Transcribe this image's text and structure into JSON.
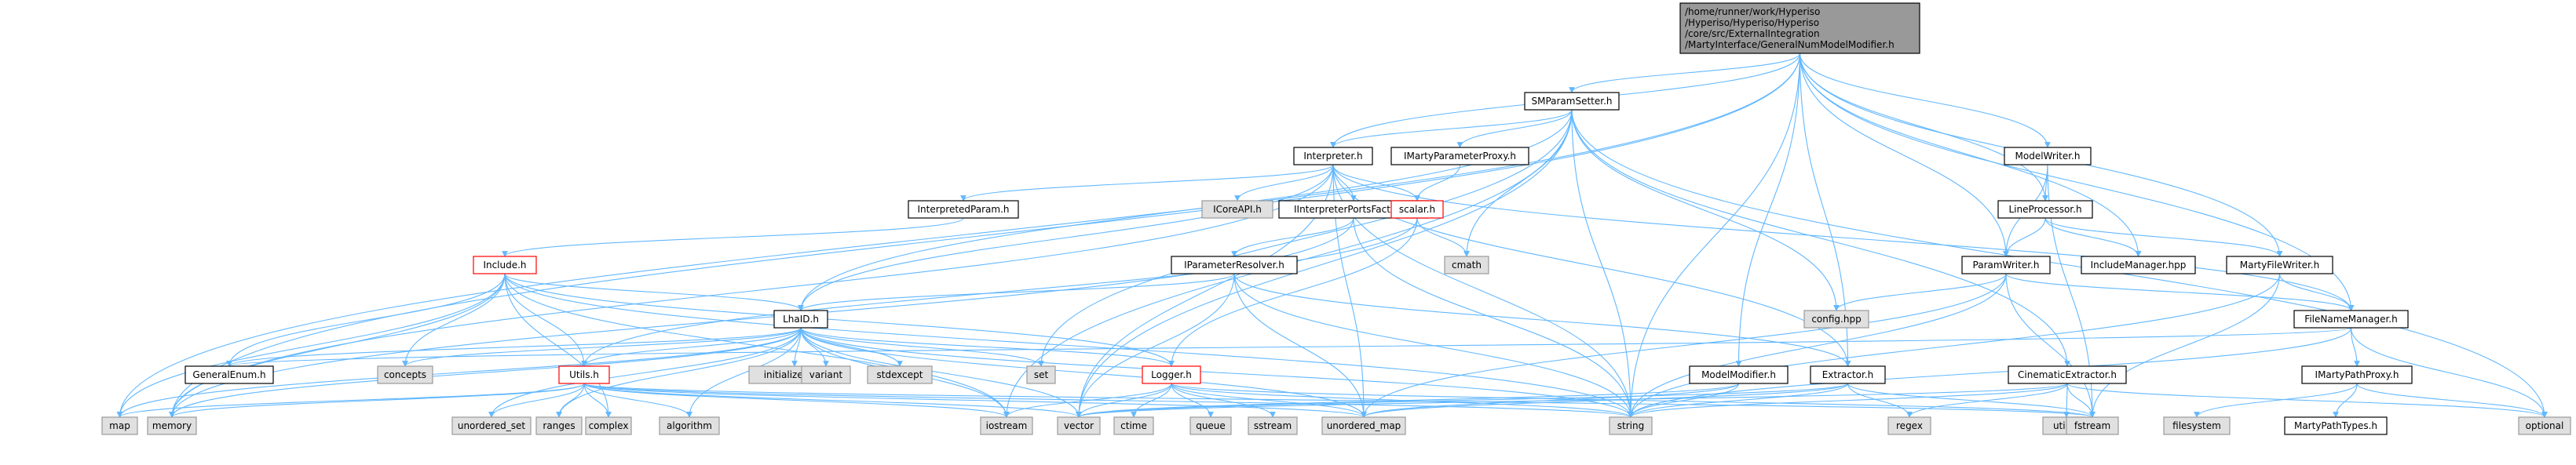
{
  "colors": {
    "edge": "#63b8ff",
    "arrowhead": "#63b8ff",
    "root_fill": "#999999",
    "node_fill": "#ffffff",
    "node_border": "#000000",
    "system_fill": "#e0e0e0",
    "system_border": "#999999",
    "truncated_border": "#ff0000",
    "text": "#000000"
  },
  "root": {
    "label": "/home/runner/work/Hyperiso/Hyperiso/Hyperiso/core/src/ExternalIntegration/MartyInterface/GeneralNumModelModifier.h",
    "label_lines": [
      "/home/runner/work/Hyperiso",
      "/Hyperiso/Hyperiso/Hyperiso",
      "/core/src/ExternalIntegration",
      "/MartyInterface/GeneralNumModelModifier.h"
    ]
  },
  "nodes": [
    {
      "id": "smparamsetter",
      "label": "SMParamSetter.h",
      "kind": "project"
    },
    {
      "id": "interpreter",
      "label": "Interpreter.h",
      "kind": "project"
    },
    {
      "id": "imartyparameterproxy",
      "label": "IMartyParameterProxy.h",
      "kind": "project"
    },
    {
      "id": "modelwriter",
      "label": "ModelWriter.h",
      "kind": "project"
    },
    {
      "id": "interpretedparam",
      "label": "InterpretedParam.h",
      "kind": "project"
    },
    {
      "id": "icoreapi",
      "label": "ICoreAPI.h",
      "kind": "system"
    },
    {
      "id": "iinterpreterportsfactory",
      "label": "IInterpreterPortsFactory.h",
      "kind": "project"
    },
    {
      "id": "scalar",
      "label": "scalar.h",
      "kind": "truncated"
    },
    {
      "id": "lineprocessor",
      "label": "LineProcessor.h",
      "kind": "project"
    },
    {
      "id": "include",
      "label": "Include.h",
      "kind": "truncated"
    },
    {
      "id": "iparameterresolver",
      "label": "IParameterResolver.h",
      "kind": "project"
    },
    {
      "id": "cmath",
      "label": "cmath",
      "kind": "system"
    },
    {
      "id": "paramwriter",
      "label": "ParamWriter.h",
      "kind": "project"
    },
    {
      "id": "includemanager",
      "label": "IncludeManager.hpp",
      "kind": "project"
    },
    {
      "id": "martyfilewriter",
      "label": "MartyFileWriter.h",
      "kind": "project"
    },
    {
      "id": "confighpp",
      "label": "config.hpp",
      "kind": "system"
    },
    {
      "id": "filenamemanager",
      "label": "FileNameManager.h",
      "kind": "project"
    },
    {
      "id": "lhaid",
      "label": "LhaID.h",
      "kind": "project"
    },
    {
      "id": "generalenum",
      "label": "GeneralEnum.h",
      "kind": "project"
    },
    {
      "id": "concepts",
      "label": "concepts",
      "kind": "system"
    },
    {
      "id": "initializer_list",
      "label": "initializer_list",
      "kind": "system"
    },
    {
      "id": "variant",
      "label": "variant",
      "kind": "system"
    },
    {
      "id": "stdexcept",
      "label": "stdexcept",
      "kind": "system"
    },
    {
      "id": "set",
      "label": "set",
      "kind": "system"
    },
    {
      "id": "modelmodifier",
      "label": "ModelModifier.h",
      "kind": "project"
    },
    {
      "id": "extractor",
      "label": "Extractor.h",
      "kind": "project"
    },
    {
      "id": "cinematicextractor",
      "label": "CinematicExtractor.h",
      "kind": "project"
    },
    {
      "id": "imartypathproxy",
      "label": "IMartyPathProxy.h",
      "kind": "project"
    },
    {
      "id": "utils",
      "label": "Utils.h",
      "kind": "truncated"
    },
    {
      "id": "logger",
      "label": "Logger.h",
      "kind": "truncated"
    },
    {
      "id": "map",
      "label": "map",
      "kind": "system"
    },
    {
      "id": "memory",
      "label": "memory",
      "kind": "system"
    },
    {
      "id": "unordered_set",
      "label": "unordered_set",
      "kind": "system"
    },
    {
      "id": "ranges",
      "label": "ranges",
      "kind": "system"
    },
    {
      "id": "complex",
      "label": "complex",
      "kind": "system"
    },
    {
      "id": "algorithm",
      "label": "algorithm",
      "kind": "system"
    },
    {
      "id": "iostream",
      "label": "iostream",
      "kind": "system"
    },
    {
      "id": "vector",
      "label": "vector",
      "kind": "system"
    },
    {
      "id": "ctime",
      "label": "ctime",
      "kind": "system"
    },
    {
      "id": "queue",
      "label": "queue",
      "kind": "system"
    },
    {
      "id": "sstream",
      "label": "sstream",
      "kind": "system"
    },
    {
      "id": "unordered_map",
      "label": "unordered_map",
      "kind": "system"
    },
    {
      "id": "string",
      "label": "string",
      "kind": "system"
    },
    {
      "id": "regex",
      "label": "regex",
      "kind": "system"
    },
    {
      "id": "utility",
      "label": "utility",
      "kind": "system"
    },
    {
      "id": "fstream",
      "label": "fstream",
      "kind": "system"
    },
    {
      "id": "filesystem",
      "label": "filesystem",
      "kind": "system"
    },
    {
      "id": "martypathtypes",
      "label": "MartyPathTypes.h",
      "kind": "project"
    },
    {
      "id": "optional",
      "label": "optional",
      "kind": "system"
    }
  ],
  "edges": [
    [
      "root",
      "map"
    ],
    [
      "root",
      "memory"
    ],
    [
      "root",
      "smparamsetter"
    ],
    [
      "root",
      "interpreter"
    ],
    [
      "root",
      "string"
    ],
    [
      "root",
      "modelwriter"
    ],
    [
      "root",
      "lineprocessor"
    ],
    [
      "root",
      "paramwriter"
    ],
    [
      "root",
      "includemanager"
    ],
    [
      "root",
      "martyfilewriter"
    ],
    [
      "root",
      "filenamemanager"
    ],
    [
      "root",
      "modelmodifier"
    ],
    [
      "root",
      "extractor"
    ],
    [
      "smparamsetter",
      "interpreter"
    ],
    [
      "smparamsetter",
      "imartyparameterproxy"
    ],
    [
      "smparamsetter",
      "lhaid"
    ],
    [
      "smparamsetter",
      "cmath"
    ],
    [
      "smparamsetter",
      "confighpp"
    ],
    [
      "smparamsetter",
      "set"
    ],
    [
      "smparamsetter",
      "string"
    ],
    [
      "smparamsetter",
      "optional"
    ],
    [
      "smparamsetter",
      "iostream"
    ],
    [
      "smparamsetter",
      "vector"
    ],
    [
      "smparamsetter",
      "cinematicextractor"
    ],
    [
      "interpreter",
      "interpretedparam"
    ],
    [
      "interpreter",
      "icoreapi"
    ],
    [
      "interpreter",
      "iinterpreterportsfactory"
    ],
    [
      "interpreter",
      "scalar"
    ],
    [
      "interpreter",
      "extractor"
    ],
    [
      "interpreter",
      "filenamemanager"
    ],
    [
      "interpreter",
      "memory"
    ],
    [
      "interpreter",
      "string"
    ],
    [
      "interpreter",
      "unordered_map"
    ],
    [
      "interpreter",
      "vector"
    ],
    [
      "interpreter",
      "lhaid"
    ],
    [
      "imartyparameterproxy",
      "scalar"
    ],
    [
      "modelwriter",
      "lineprocessor"
    ],
    [
      "modelwriter",
      "paramwriter"
    ],
    [
      "modelwriter",
      "fstream"
    ],
    [
      "interpretedparam",
      "include"
    ],
    [
      "iinterpreterportsfactory",
      "iparameterresolver"
    ],
    [
      "iinterpreterportsfactory",
      "memory"
    ],
    [
      "iinterpreterportsfactory",
      "string"
    ],
    [
      "scalar",
      "cmath"
    ],
    [
      "scalar",
      "logger"
    ],
    [
      "scalar",
      "utils"
    ],
    [
      "lineprocessor",
      "paramwriter"
    ],
    [
      "lineprocessor",
      "includemanager"
    ],
    [
      "lineprocessor",
      "martyfilewriter"
    ],
    [
      "include",
      "lhaid"
    ],
    [
      "include",
      "generalenum"
    ],
    [
      "include",
      "concepts"
    ],
    [
      "include",
      "utils"
    ],
    [
      "include",
      "logger"
    ],
    [
      "include",
      "map"
    ],
    [
      "include",
      "memory"
    ],
    [
      "include",
      "complex"
    ],
    [
      "include",
      "iostream"
    ],
    [
      "include",
      "string"
    ],
    [
      "iparameterresolver",
      "lhaid"
    ],
    [
      "iparameterresolver",
      "extractor"
    ],
    [
      "iparameterresolver",
      "string"
    ],
    [
      "iparameterresolver",
      "unordered_map"
    ],
    [
      "iparameterresolver",
      "vector"
    ],
    [
      "paramwriter",
      "confighpp"
    ],
    [
      "paramwriter",
      "filenamemanager"
    ],
    [
      "paramwriter",
      "string"
    ],
    [
      "paramwriter",
      "unordered_map"
    ],
    [
      "paramwriter",
      "fstream"
    ],
    [
      "martyfilewriter",
      "filenamemanager"
    ],
    [
      "martyfilewriter",
      "fstream"
    ],
    [
      "martyfilewriter",
      "string"
    ],
    [
      "filenamemanager",
      "imartypathproxy"
    ],
    [
      "filenamemanager",
      "optional"
    ],
    [
      "filenamemanager",
      "string"
    ],
    [
      "filenamemanager",
      "generalenum"
    ],
    [
      "lhaid",
      "generalenum"
    ],
    [
      "lhaid",
      "concepts"
    ],
    [
      "lhaid",
      "initializer_list"
    ],
    [
      "lhaid",
      "variant"
    ],
    [
      "lhaid",
      "stdexcept"
    ],
    [
      "lhaid",
      "set"
    ],
    [
      "lhaid",
      "utils"
    ],
    [
      "lhaid",
      "logger"
    ],
    [
      "lhaid",
      "memory"
    ],
    [
      "lhaid",
      "ranges"
    ],
    [
      "lhaid",
      "algorithm"
    ],
    [
      "lhaid",
      "iostream"
    ],
    [
      "lhaid",
      "vector"
    ],
    [
      "lhaid",
      "unordered_map"
    ],
    [
      "lhaid",
      "string"
    ],
    [
      "lhaid",
      "map"
    ],
    [
      "lhaid",
      "unordered_set"
    ],
    [
      "modelmodifier",
      "string"
    ],
    [
      "modelmodifier",
      "vector"
    ],
    [
      "modelmodifier",
      "unordered_map"
    ],
    [
      "extractor",
      "regex"
    ],
    [
      "extractor",
      "fstream"
    ],
    [
      "extractor",
      "string"
    ],
    [
      "extractor",
      "vector"
    ],
    [
      "extractor",
      "unordered_map"
    ],
    [
      "cinematicextractor",
      "regex"
    ],
    [
      "cinematicextractor",
      "utility"
    ],
    [
      "cinematicextractor",
      "fstream"
    ],
    [
      "cinematicextractor",
      "string"
    ],
    [
      "cinematicextractor",
      "vector"
    ],
    [
      "cinematicextractor",
      "optional"
    ],
    [
      "imartypathproxy",
      "filesystem"
    ],
    [
      "imartypathproxy",
      "martypathtypes"
    ],
    [
      "imartypathproxy",
      "optional"
    ],
    [
      "utils",
      "map"
    ],
    [
      "utils",
      "memory"
    ],
    [
      "utils",
      "unordered_set"
    ],
    [
      "utils",
      "ranges"
    ],
    [
      "utils",
      "complex"
    ],
    [
      "utils",
      "algorithm"
    ],
    [
      "utils",
      "iostream"
    ],
    [
      "utils",
      "vector"
    ],
    [
      "utils",
      "unordered_map"
    ],
    [
      "utils",
      "string"
    ],
    [
      "utils",
      "fstream"
    ],
    [
      "logger",
      "ctime"
    ],
    [
      "logger",
      "queue"
    ],
    [
      "logger",
      "sstream"
    ],
    [
      "logger",
      "string"
    ],
    [
      "logger",
      "iostream"
    ],
    [
      "logger",
      "fstream"
    ],
    [
      "logger",
      "vector"
    ],
    [
      "logger",
      "unordered_map"
    ]
  ]
}
